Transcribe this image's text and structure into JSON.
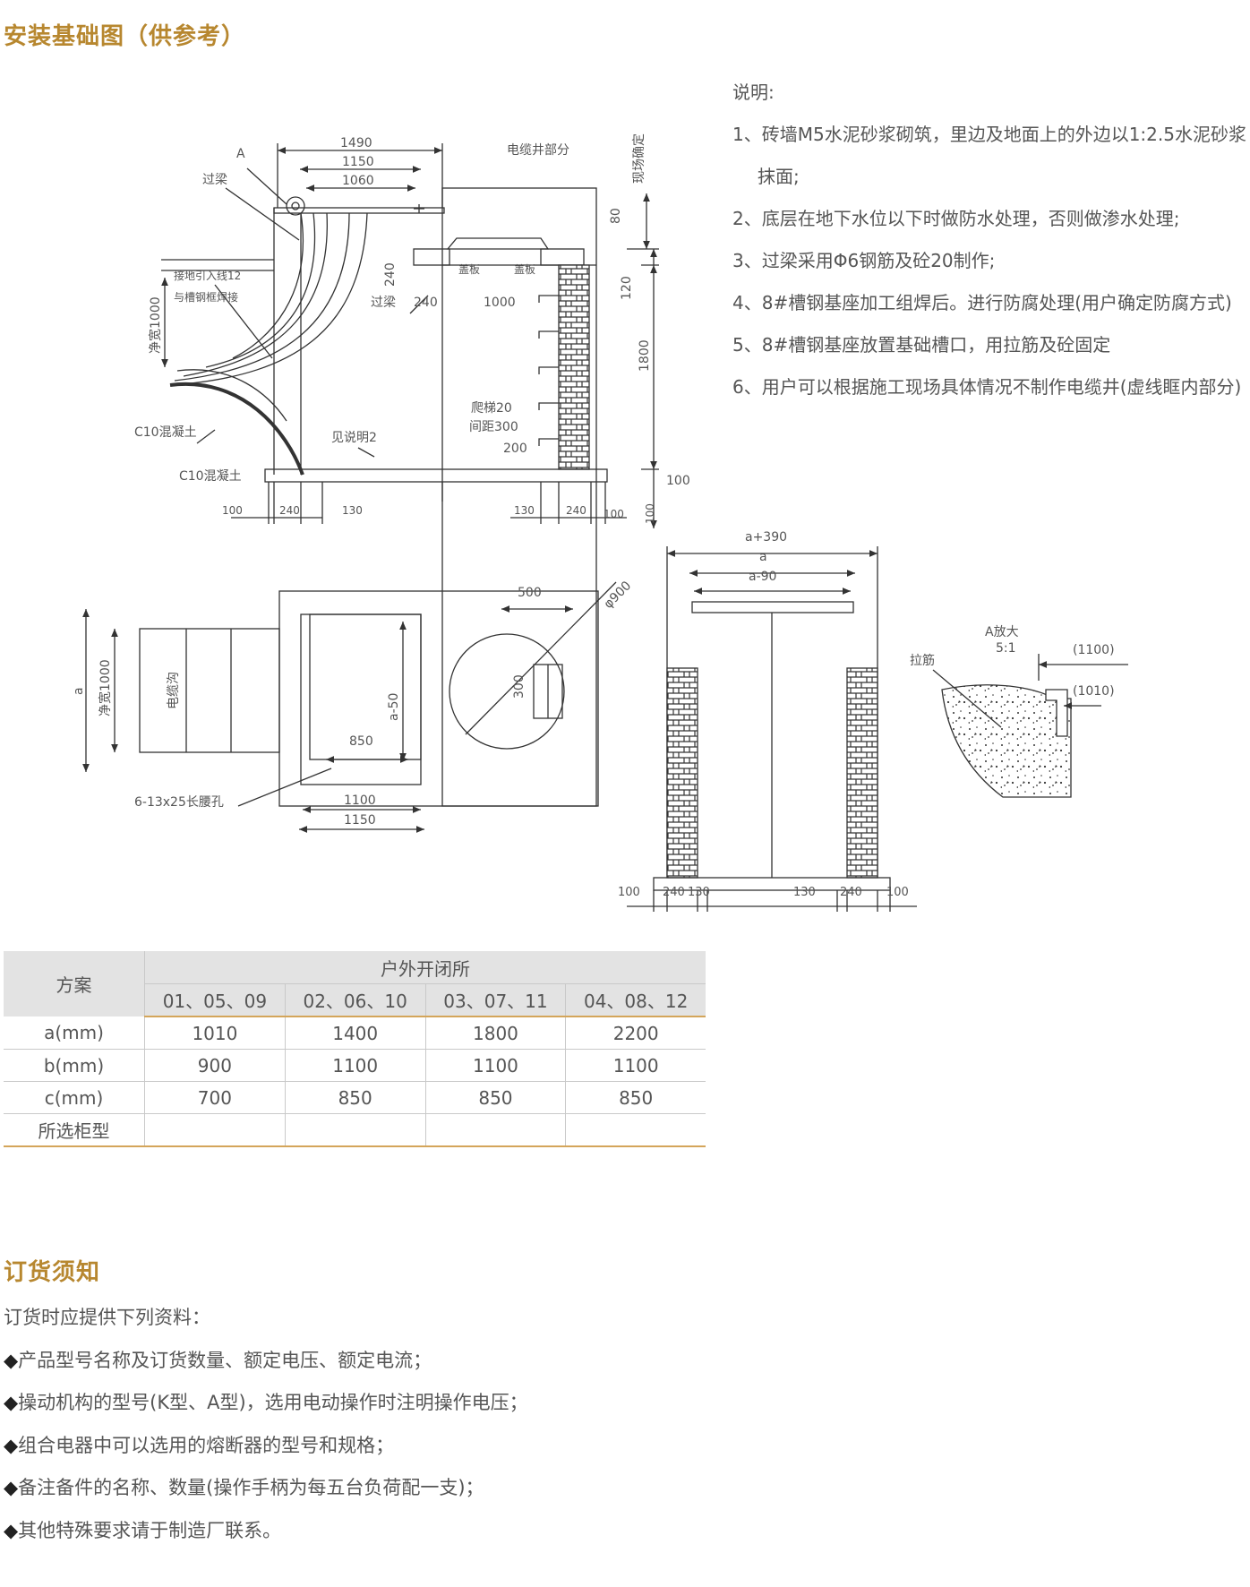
{
  "install_section": {
    "title": "安装基础图（供参考）"
  },
  "notes": {
    "heading": "说明:",
    "items": [
      "1、砖墙M5水泥砂浆砌筑，里边及地面上的外边以1:2.5水泥砂浆抹面;",
      "2、底层在地下水位以下时做防水处理，否则做渗水处理;",
      "3、过梁采用Φ6钢筋及砼20制作;",
      "4、8#槽钢基座加工组焊后。进行防腐处理(用户确定防腐方式)",
      "5、8#槽钢基座放置基础槽口，用拉筋及砼固定",
      "6、用户可以根据施工现场具体情况不制作电缆井(虚线眶内部分)"
    ]
  },
  "drawing": {
    "section": {
      "dim_1490": "1490",
      "dim_1150": "1150",
      "dim_1060": "1060",
      "label_a": "A",
      "label_guoliang": "过梁",
      "label_cable_well": "电缆井部分",
      "label_site": "现场确定",
      "dim_80": "80",
      "dim_120": "120",
      "dim_1800": "1800",
      "dim_240_v": "240",
      "label_guoliang2": "过梁",
      "dim_240_h": "240",
      "dim_1000": "1000",
      "label_cover1": "盖板",
      "label_cover2": "盖板",
      "label_ground1": "接地引入线12",
      "label_ground2": "与槽钢框焊接",
      "label_clear_width": "净宽1000",
      "label_ladder": "爬梯20",
      "label_spacing": "间距300",
      "dim_200": "200",
      "label_c10_1": "C10混凝土",
      "label_see_note": "见说明2",
      "label_c10_2": "C10混凝土",
      "dim_100_r": "100",
      "bl_100": "100",
      "bl_240": "240",
      "bl_130": "130",
      "br_130": "130",
      "br_240": "240",
      "br_100": "100",
      "br_100_v": "100"
    },
    "plan": {
      "dim_500": "500",
      "dim_phi900": "φ900",
      "dim_300": "300",
      "label_a": "a",
      "label_clear_width": "净宽1000",
      "label_cable_trench": "电缆沟",
      "dim_a_minus_50": "a-50",
      "dim_850": "850",
      "label_holes": "6-13x25长腰孔",
      "dim_1100": "1100",
      "dim_1150": "1150"
    },
    "elevation": {
      "dim_a_plus_390": "a+390",
      "dim_a": "a",
      "dim_a_minus_90": "a-90",
      "b_100_l": "100",
      "b_240_l": "240",
      "b_130_l": "130",
      "b_130_r": "130",
      "b_240_r": "240",
      "b_100_r": "100"
    },
    "detail": {
      "label_detail": "A放大",
      "label_scale": "5:1",
      "label_tie": "拉筋",
      "dim_1100": "(1100)",
      "dim_1010": "(1010)"
    }
  },
  "spec_table": {
    "header_scheme": "方案",
    "header_group": "户外开闭所",
    "columns": [
      "01、05、09",
      "02、06、10",
      "03、07、11",
      "04、08、12"
    ],
    "rows": [
      {
        "label": "a(mm)",
        "values": [
          "1010",
          "1400",
          "1800",
          "2200"
        ]
      },
      {
        "label": "b(mm)",
        "values": [
          "900",
          "1100",
          "1100",
          "1100"
        ]
      },
      {
        "label": "c(mm)",
        "values": [
          "700",
          "850",
          "850",
          "850"
        ]
      },
      {
        "label": "所选柜型",
        "values": [
          "",
          "",
          "",
          ""
        ]
      }
    ]
  },
  "order_section": {
    "title": "订货须知",
    "intro": "订货时应提供下列资料：",
    "bullet": "◆",
    "items": [
      "产品型号名称及订货数量、额定电压、额定电流；",
      "操动机构的型号(K型、A型)，选用电动操作时注明操作电压；",
      "组合电器中可以选用的熔断器的型号和规格；",
      "备注备件的名称、数量(操作手柄为每五台负荷配一支)；",
      "其他特殊要求请于制造厂联系。"
    ]
  },
  "colors": {
    "accent": "#b7872f",
    "table_rule": "#d4a55a",
    "table_header_bg": "#e3e3e3"
  }
}
